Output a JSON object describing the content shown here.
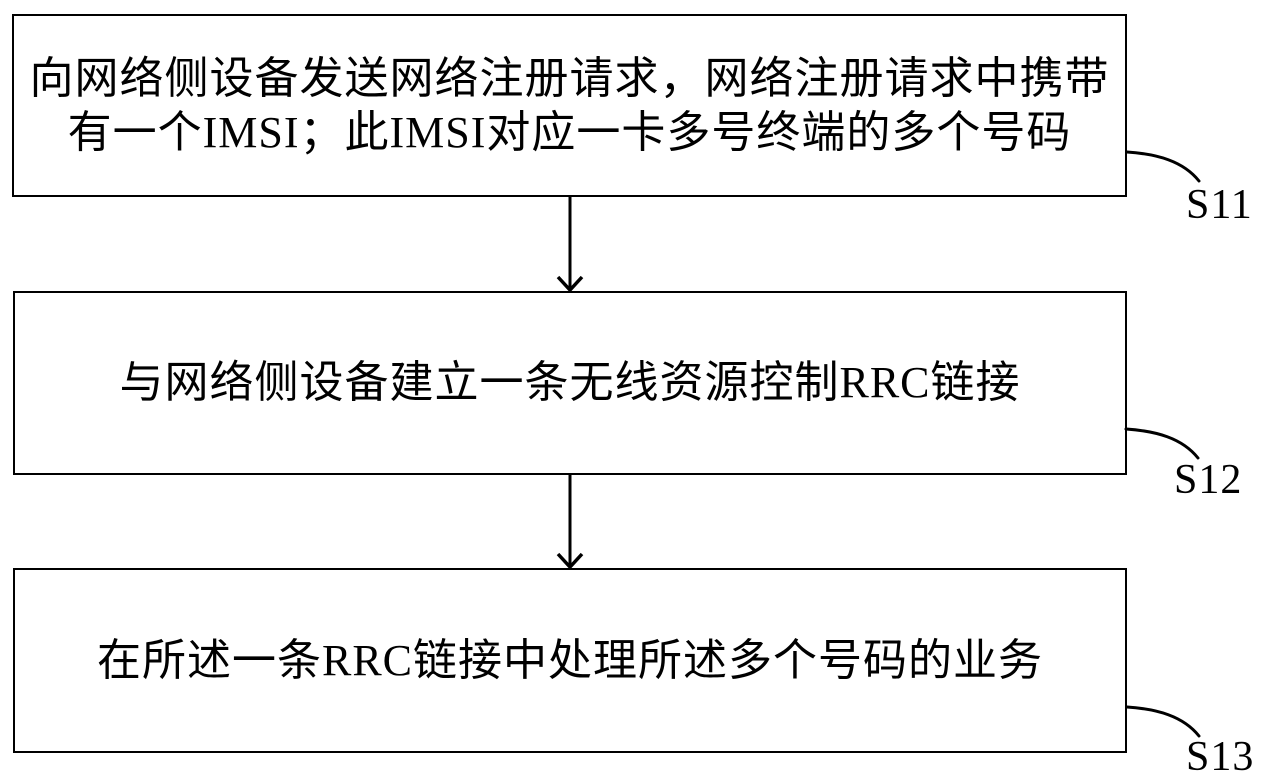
{
  "colors": {
    "background": "#ffffff",
    "line": "#000000",
    "text": "#000000"
  },
  "flowchart": {
    "steps": [
      {
        "label": "S11",
        "lines": [
          "向网络侧设备发送网络注册请求，网络注册请求中携带",
          "有一个IMSI；此IMSI对应一卡多号终端的多个号码"
        ]
      },
      {
        "label": "S12",
        "lines": [
          "与网络侧设备建立一条无线资源控制RRC链接"
        ]
      },
      {
        "label": "S13",
        "lines": [
          "在所述一条RRC链接中处理所述多个号码的业务"
        ]
      }
    ]
  }
}
